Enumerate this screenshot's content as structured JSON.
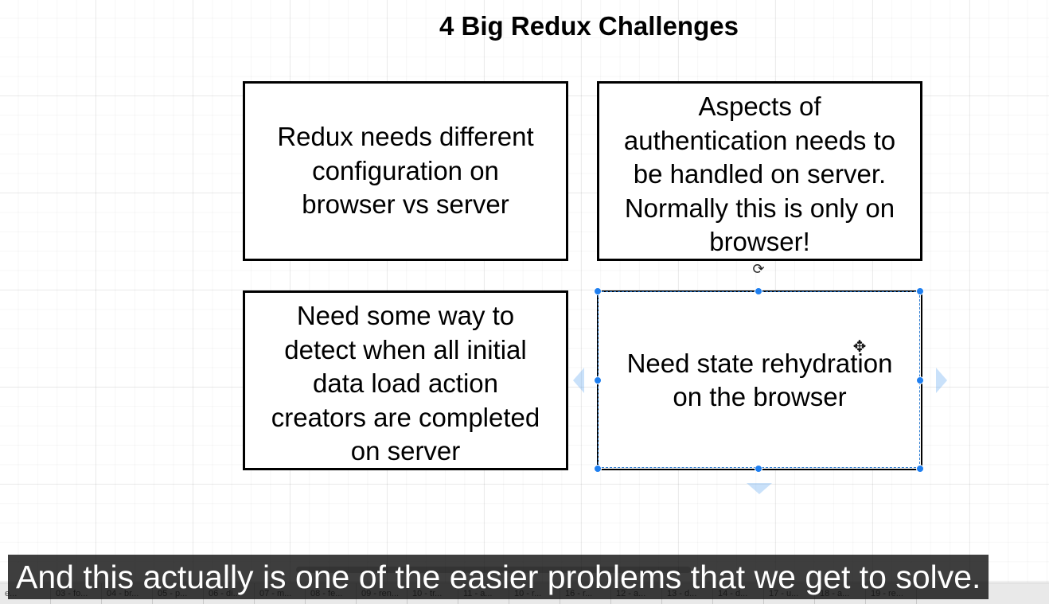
{
  "diagram": {
    "title": "4 Big Redux Challenges",
    "boxes": [
      {
        "text": "Redux needs different\nconfiguration on\nbrowser vs server"
      },
      {
        "text": "Aspects of\nauthentication needs to\nbe handled on server.\nNormally this is only on\nbrowser!"
      },
      {
        "text": "Need some way to\ndetect when all initial\ndata load action\ncreators are completed\non server"
      },
      {
        "text": "Need state rehydration\non the browser"
      }
    ]
  },
  "tabs": [
    "e...",
    "03 - fo...",
    "04 - br...",
    "05 - p...",
    "06 - di...",
    "07 - m...",
    "08 - fe...",
    "09 - ren...",
    "10 - tr...",
    "11 - a...",
    "10 - r...",
    "16 - r...",
    "12 - a...",
    "13 - d...",
    "14 - d...",
    "17 - u...",
    "18 - a...",
    "19 - re..."
  ],
  "caption": "And this actually is one of the easier problems that we get to solve.",
  "icons": {
    "rotate": "rotate-icon",
    "move": "move-cursor-icon"
  },
  "colors": {
    "selection": "#1f7ff0",
    "box_border": "#000000",
    "caption_bg": "#141414"
  }
}
